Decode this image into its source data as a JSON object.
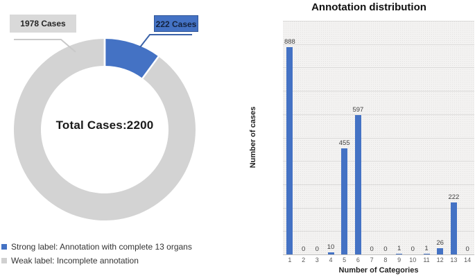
{
  "donut": {
    "center_label": "Total Cases:2200",
    "total": 2200,
    "slices": [
      {
        "name": "Strong label",
        "value": 222,
        "color": "#4472c4",
        "callout_label": "222 Cases"
      },
      {
        "name": "Weak label",
        "value": 1978,
        "color": "#d3d3d3",
        "callout_label": "1978 Cases"
      }
    ],
    "legend": [
      {
        "label": "Strong label: Annotation with complete 13 organs",
        "color": "#4472c4"
      },
      {
        "label": "Weak label: Incomplete annotation",
        "color": "#d0d0d0"
      }
    ]
  },
  "chart_data": {
    "type": "bar",
    "title": "Annotation distribution",
    "xlabel": "Number of Categories",
    "ylabel": "Number of cases",
    "categories": [
      "1",
      "2",
      "3",
      "4",
      "5",
      "6",
      "7",
      "8",
      "9",
      "10",
      "11",
      "12",
      "13",
      "14"
    ],
    "values": [
      888,
      0,
      0,
      10,
      455,
      597,
      0,
      0,
      1,
      0,
      1,
      26,
      222,
      0
    ],
    "ylim": [
      0,
      1000
    ],
    "grid_step": 100,
    "grid": true,
    "value_labels": true,
    "legend_position": "none",
    "bar_color": "#4472c4"
  }
}
